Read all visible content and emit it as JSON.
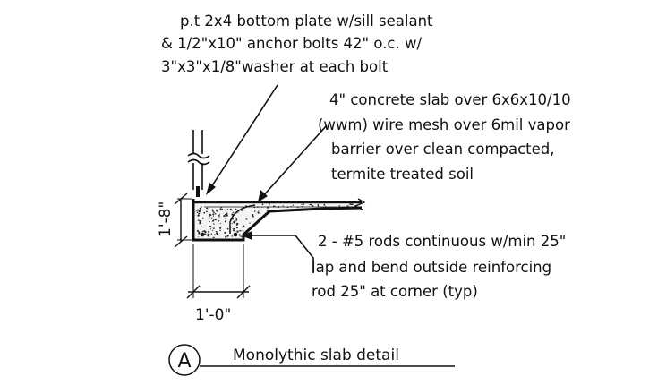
{
  "notes": {
    "sill_plate": [
      "p.t 2x4 bottom plate w/sill sealant",
      "& 1/2\"x10\" anchor bolts 42\" o.c. w/",
      "3\"x3\"x1/8\"washer at each bolt"
    ],
    "slab": [
      "4\" concrete slab over 6x6x10/10",
      "(wwm) wire mesh over 6mil vapor",
      "barrier over clean compacted,",
      "termite treated soil"
    ],
    "rebar": [
      "2 - #5 rods continuous w/min 25\"",
      "lap and bend outside reinforcing",
      "rod 25\" at corner (typ)"
    ]
  },
  "dimensions": {
    "height": "1'-8\"",
    "width": "1'-0\""
  },
  "title": {
    "tag": "A",
    "text": "Monolythic slab detail"
  }
}
